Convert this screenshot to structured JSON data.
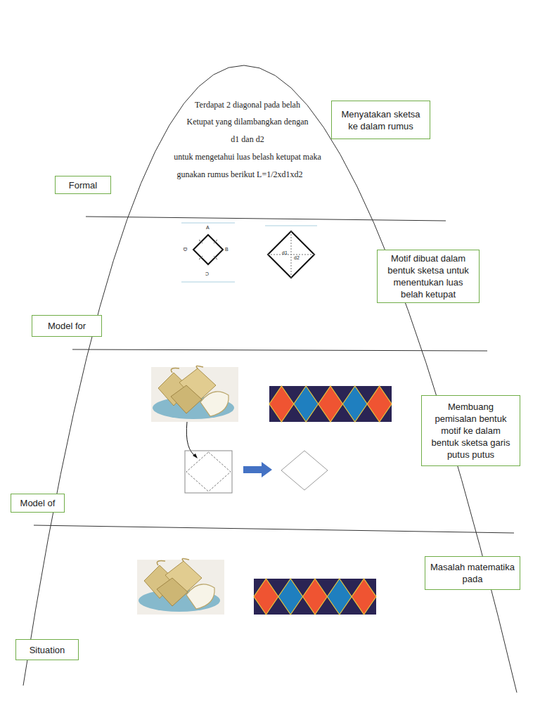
{
  "diagram": {
    "nodes": [
      {
        "text": [
          "Menyatakan sketsa ke dalam rumus"
        ]
      },
      {
        "text": [
          "Formal"
        ]
      },
      {
        "text": [
          "Motif dibuat dalam bentuk sketsa untuk menentukan luas belah ketupat"
        ]
      },
      {
        "text": [
          "Model for"
        ]
      },
      {
        "text": [
          "Membuang pemisalan bentuk motif ke dalam bentuk sketsa garis putus putus"
        ]
      },
      {
        "text": [
          "Model of"
        ]
      },
      {
        "text": [
          "Masalah matematika pada"
        ]
      },
      {
        "text": [
          "Situation"
        ]
      }
    ],
    "labels": [
      "Terdapat 2 diagonal pada belah",
      "Ketupat yang dilambangkan dengan",
      "d1 dan d2",
      "untuk mengetahui luas belash ketupat maka",
      "gunakan rumus berikut L=1/2xd1xd2",
      "A",
      "B",
      "C",
      "D",
      "d1",
      "d2"
    ]
  }
}
